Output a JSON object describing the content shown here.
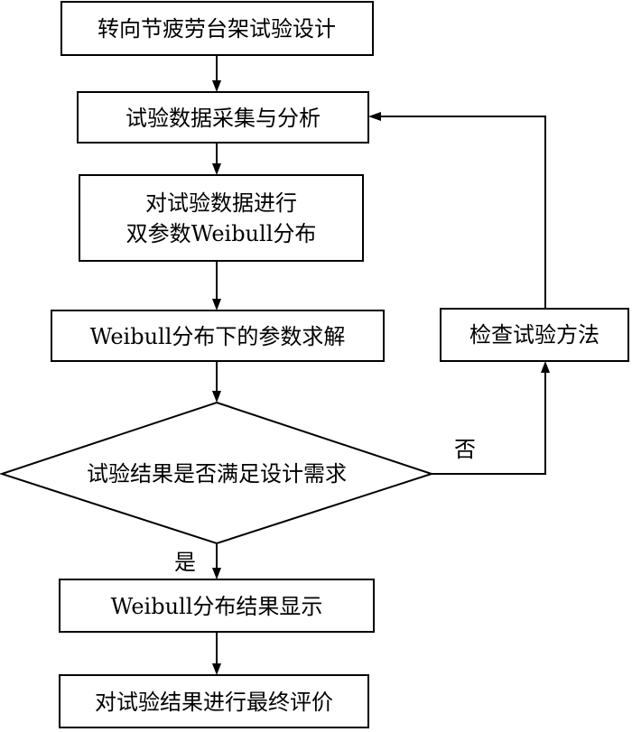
{
  "nodes": {
    "design": "转向节疲劳台架试验设计",
    "collect": "试验数据采集与分析",
    "weibull_fit_line1": "对试验数据进行",
    "weibull_fit_line2": "双参数Weibull分布",
    "solve": "Weibull分布下的参数求解",
    "decision": "试验结果是否满足设计需求",
    "check": "检查试验方法",
    "display": "Weibull分布结果显示",
    "evaluate": "对试验结果进行最终评价"
  },
  "edges": {
    "yes_label": "是",
    "no_label": "否"
  }
}
